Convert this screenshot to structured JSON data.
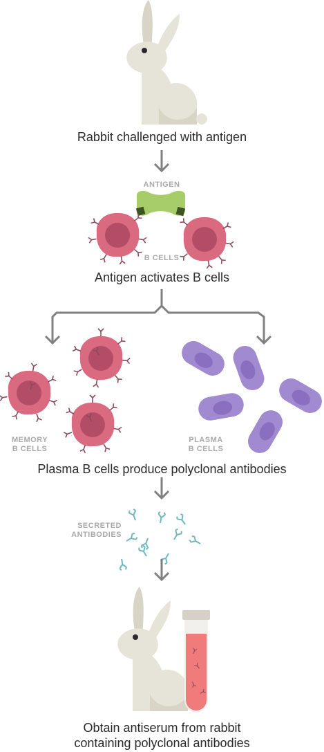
{
  "steps": {
    "step1_caption": "Rabbit challenged with antigen",
    "step2_caption": "Antigen activates B cells",
    "step3_caption": "Plasma B cells produce polyclonal antibodies",
    "step4_caption_line1": "Obtain antiserum from rabbit",
    "step4_caption_line2": "containing polyclonal antibodies"
  },
  "labels": {
    "antigen": "ANTIGEN",
    "b_cells": "B CELLS",
    "memory_line1": "MEMORY",
    "memory_line2": "B CELLS",
    "plasma_line1": "PLASMA",
    "plasma_line2": "B CELLS",
    "secreted_line1": "SECRETED",
    "secreted_line2": "ANTIBODIES"
  },
  "colors": {
    "rabbit_body": "#e6e4d8",
    "rabbit_shade": "#d8d5c6",
    "arrow": "#808080",
    "antigen": "#a7cc6a",
    "epitope": "#3e5422",
    "b_cell_outer": "#d96a80",
    "b_cell_nucleus": "#b34d66",
    "receptor": "#8a4a5c",
    "plasma_cell": "#a28ad0",
    "plasma_nucleus": "#8a6fc0",
    "antibody": "#6fb8be",
    "tube_liquid": "#f07b7b",
    "tube_cap": "#d5d1c6"
  }
}
